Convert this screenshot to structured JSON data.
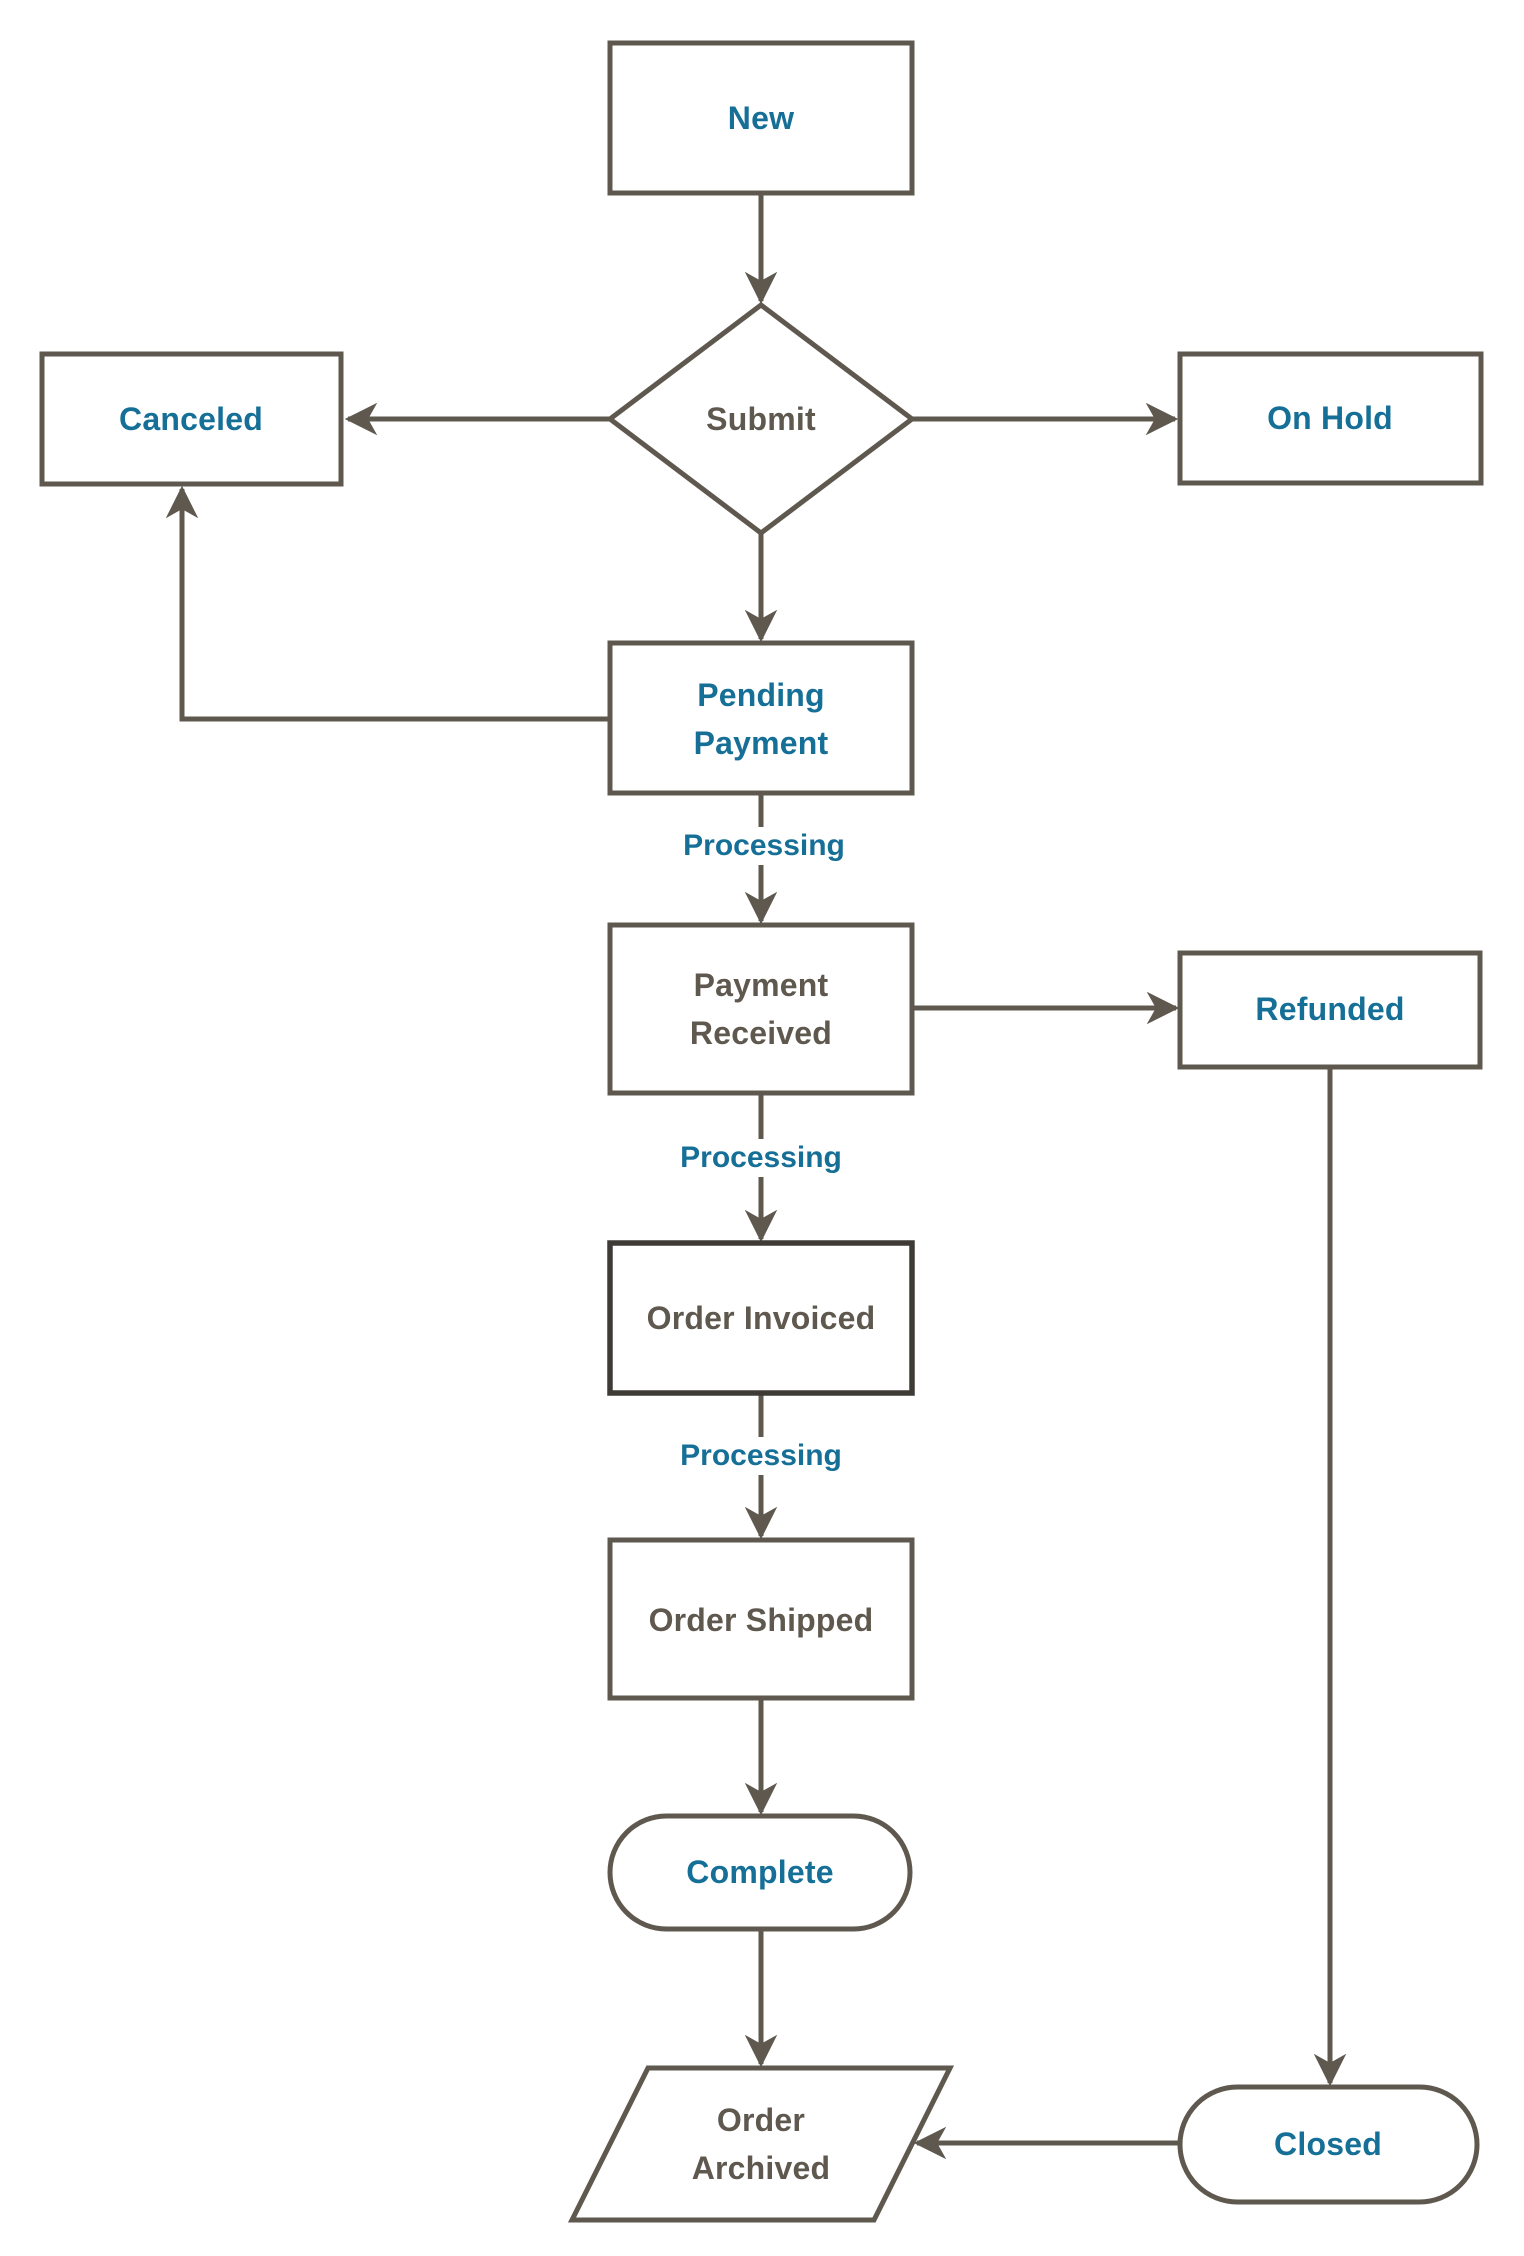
{
  "diagram": {
    "type": "flowchart",
    "colors": {
      "background": "#ffffff",
      "line_gray": "#5e584f",
      "text_blue": "#166f96",
      "text_gray": "#5e584f",
      "invoiced_border_dark": "#3e3b37"
    },
    "nodes": [
      {
        "id": "new",
        "shape": "rectangle",
        "label": "New",
        "text_color": "blue"
      },
      {
        "id": "submit",
        "shape": "diamond",
        "label": "Submit",
        "text_color": "gray"
      },
      {
        "id": "canceled",
        "shape": "rectangle",
        "label": "Canceled",
        "text_color": "blue"
      },
      {
        "id": "on-hold",
        "shape": "rectangle",
        "label": "On Hold",
        "text_color": "blue"
      },
      {
        "id": "pending-payment",
        "shape": "rectangle",
        "label": "Pending Payment",
        "text_color": "blue"
      },
      {
        "id": "payment-received",
        "shape": "rectangle",
        "label": "Payment Received",
        "text_color": "gray"
      },
      {
        "id": "refunded",
        "shape": "rectangle",
        "label": "Refunded",
        "text_color": "blue"
      },
      {
        "id": "order-invoiced",
        "shape": "rectangle",
        "label": "Order Invoiced",
        "text_color": "gray"
      },
      {
        "id": "order-shipped",
        "shape": "rectangle",
        "label": "Order Shipped",
        "text_color": "gray"
      },
      {
        "id": "complete",
        "shape": "stadium",
        "label": "Complete",
        "text_color": "blue"
      },
      {
        "id": "order-archived",
        "shape": "parallelogram",
        "label": "Order Archived",
        "text_color": "gray"
      },
      {
        "id": "closed",
        "shape": "stadium",
        "label": "Closed",
        "text_color": "blue"
      }
    ],
    "edges": [
      {
        "from": "new",
        "to": "submit",
        "label": ""
      },
      {
        "from": "submit",
        "to": "canceled",
        "label": ""
      },
      {
        "from": "submit",
        "to": "on-hold",
        "label": ""
      },
      {
        "from": "submit",
        "to": "pending-payment",
        "label": ""
      },
      {
        "from": "pending-payment",
        "to": "canceled",
        "label": ""
      },
      {
        "from": "pending-payment",
        "to": "payment-received",
        "label": "Processing"
      },
      {
        "from": "payment-received",
        "to": "refunded",
        "label": ""
      },
      {
        "from": "payment-received",
        "to": "order-invoiced",
        "label": "Processing"
      },
      {
        "from": "order-invoiced",
        "to": "order-shipped",
        "label": "Processing"
      },
      {
        "from": "order-shipped",
        "to": "complete",
        "label": ""
      },
      {
        "from": "complete",
        "to": "order-archived",
        "label": ""
      },
      {
        "from": "refunded",
        "to": "closed",
        "label": ""
      },
      {
        "from": "closed",
        "to": "order-archived",
        "label": ""
      }
    ]
  }
}
